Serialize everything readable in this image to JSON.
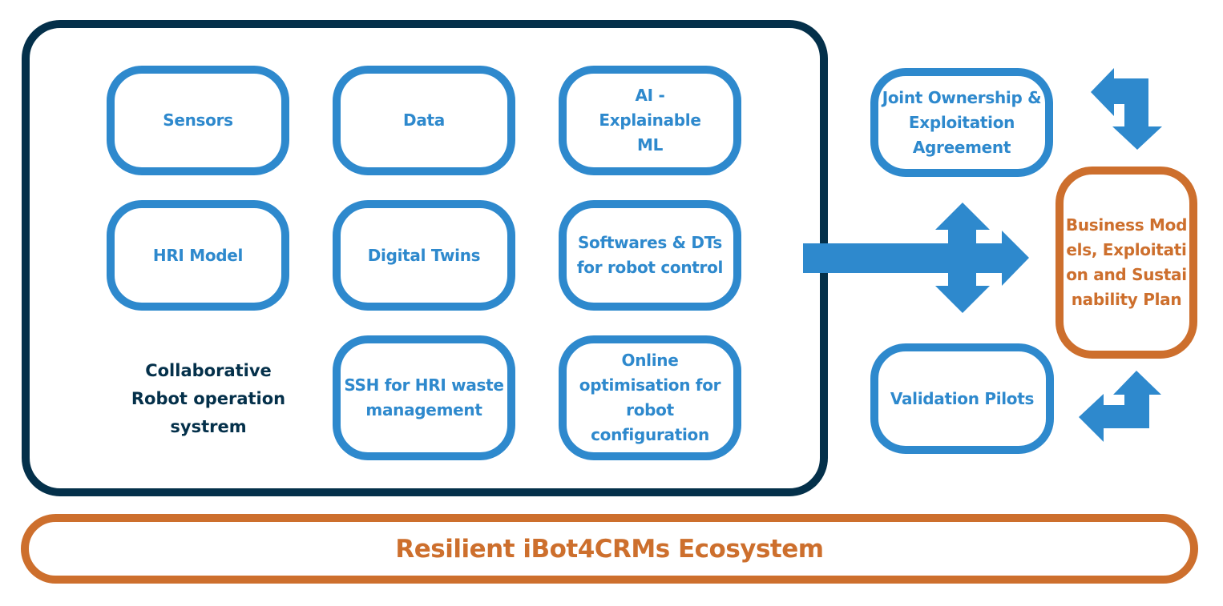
{
  "system": {
    "title": "Collaborative Robot operation systrem",
    "title_lines": [
      "Collaborative",
      "Robot operation",
      "systrem"
    ],
    "components": [
      {
        "id": "sensors",
        "label": "Sensors"
      },
      {
        "id": "data",
        "label": "Data"
      },
      {
        "id": "ai-explainable-ml",
        "label": "AI - Explainable ML"
      },
      {
        "id": "hri-model",
        "label": "HRI Model"
      },
      {
        "id": "digital-twins",
        "label": "Digital Twins"
      },
      {
        "id": "softwares-dts",
        "label": "Softwares & DTs for robot control"
      },
      {
        "id": "ssh-hri-waste",
        "label": "SSH for HRI waste management"
      },
      {
        "id": "online-optimisation",
        "label": "Online optimisation for robot configuration"
      }
    ]
  },
  "outputs": {
    "joint_ownership": "Joint Ownership & Exploitation Agreement",
    "validation_pilots": "Validation Pilots",
    "business_models": "Business Models, Exploitation and Sustainability Plan"
  },
  "ecosystem": {
    "label": "Resilient iBot4CRMs Ecosystem"
  },
  "colors": {
    "component_blue": "#2e89cd",
    "system_navy": "#04304a",
    "ecosystem_orange": "#cd6f2d"
  },
  "arrows": [
    {
      "name": "main-flow-arrow",
      "from": "system",
      "to": [
        "joint_ownership",
        "business_models",
        "validation_pilots"
      ]
    },
    {
      "name": "top-bent-arrow",
      "between": [
        "joint_ownership",
        "business_models"
      ]
    },
    {
      "name": "bottom-bent-arrow",
      "between": [
        "validation_pilots",
        "business_models"
      ]
    }
  ]
}
